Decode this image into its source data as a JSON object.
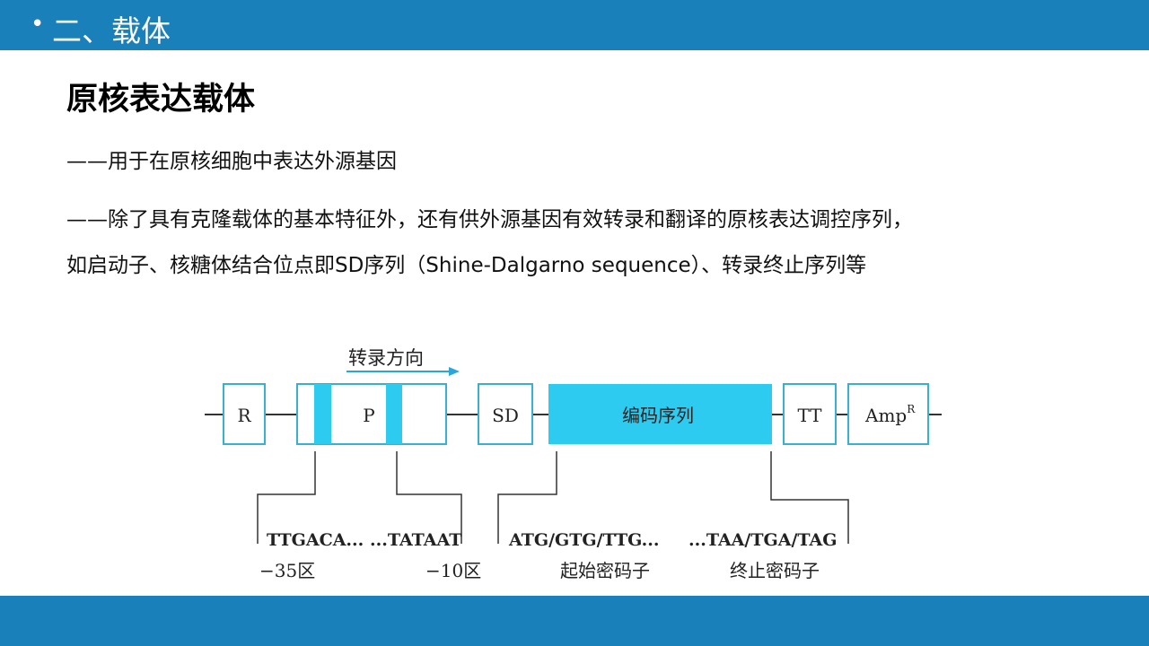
{
  "header": {
    "bullet": "•",
    "title": "二、载体"
  },
  "content": {
    "heading": "原核表达载体",
    "line1": "——用于在原核细胞中表达外源基因",
    "line2": "——除了具有克隆载体的基本特征外，还有供外源基因有效转录和翻译的原核表达调控序列，",
    "line3": "如启动子、核糖体结合位点即SD序列（Shine-Dalgarno sequence）、转录终止序列等"
  },
  "diagram": {
    "direction_label": "转录方向",
    "boxes": {
      "r": "R",
      "p": "P",
      "sd": "SD",
      "coding": "编码序列",
      "tt": "TT",
      "amp": "Amp",
      "amp_sup": "R"
    },
    "seq": {
      "minus35": "TTGACA...",
      "minus10": "...TATAAT",
      "start": "ATG/GTG/TTG...",
      "stop": "...TAA/TGA/TAG"
    },
    "labels": {
      "minus35_region": "−35区",
      "minus10_region": "−10区",
      "start_codon": "起始密码子",
      "stop_codon": "终止密码子"
    },
    "colors": {
      "box_border": "#3ab0d0",
      "fill": "#2ecbf0",
      "bar": "#1a80b9"
    }
  }
}
